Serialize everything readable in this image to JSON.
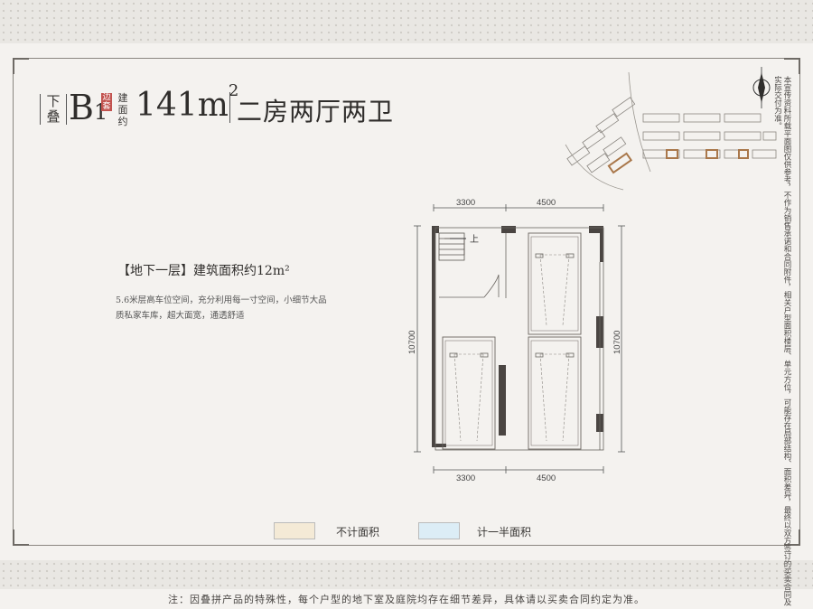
{
  "header": {
    "unit_prefix": "下叠",
    "unit_code": "B",
    "unit_code_num": "1",
    "unit_tag": "边套",
    "area_label": "建面约",
    "area_value": "141m",
    "area_sup": "2",
    "layout": "二房两厅两卫"
  },
  "floor": {
    "title": "【地下一层】建筑面积约12m²",
    "desc": "5.6米层高车位空间，充分利用每一寸空间，小细节大品质私家车库，超大面宽，通透舒适"
  },
  "plan": {
    "top_dims": [
      "3300",
      "4500"
    ],
    "bottom_dims": [
      "3300",
      "4500"
    ],
    "left_dim": "10700",
    "right_dim": "10700",
    "stair_label": "上"
  },
  "side_note": "本宣传资料所载平面图仅供参考，不作为销售承诺和合同附件，相关户型面积楼层、单元方位，可能存在局部结构、面积差异，最终以双方签订的买卖合同及实际交付为准。",
  "legend": [
    {
      "label": "不计面积",
      "color": "#f4ead6"
    },
    {
      "label": "计一半面积",
      "color": "#dcedf6"
    }
  ],
  "footer_note": "注：因叠拼产品的特殊性，每个户型的地下室及庭院均存在细节差异，具体请以买卖合同约定为准。",
  "colors": {
    "wall": "#4a4542",
    "accent": "#c2534f",
    "highlight": "#a9774a"
  }
}
